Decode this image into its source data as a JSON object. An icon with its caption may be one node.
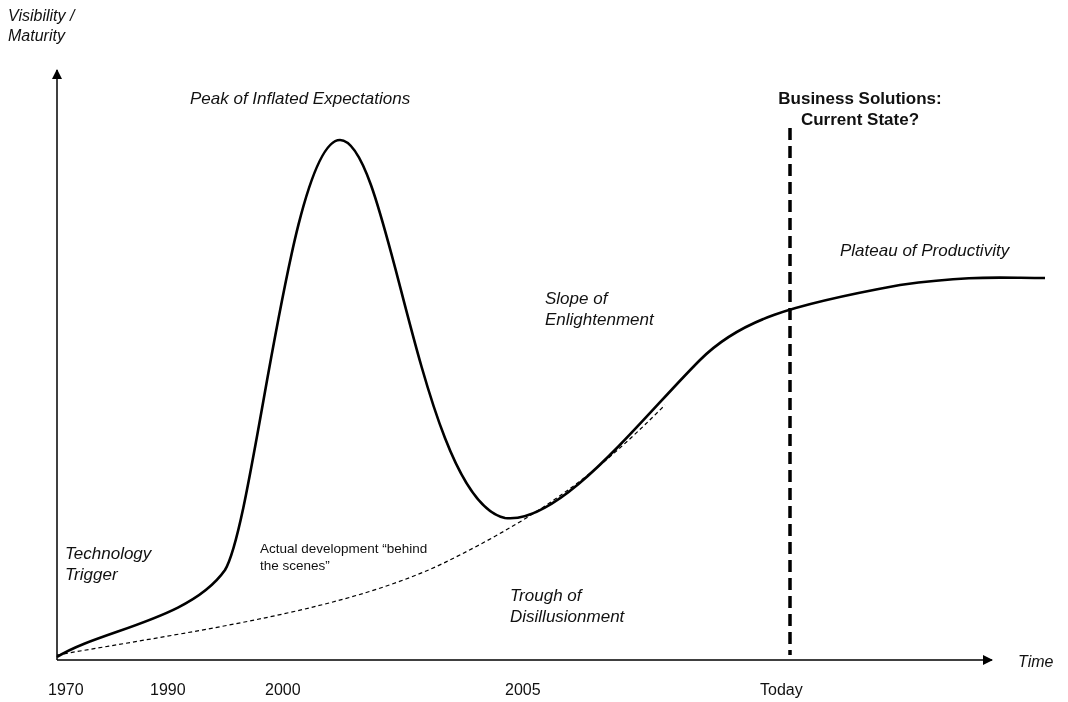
{
  "diagram": {
    "labels": [
      "Visibility / Maturity",
      "Peak of Inflated Expectations",
      "Business Solutions: Current State?",
      "Plateau of Productivity",
      "Slope of Enlightenment",
      "Technology Trigger",
      "Actual development “behind the scenes”",
      "Trough of Disillusionment",
      "Time",
      "1970",
      "1990",
      "2000",
      "2005",
      "Today"
    ]
  }
}
